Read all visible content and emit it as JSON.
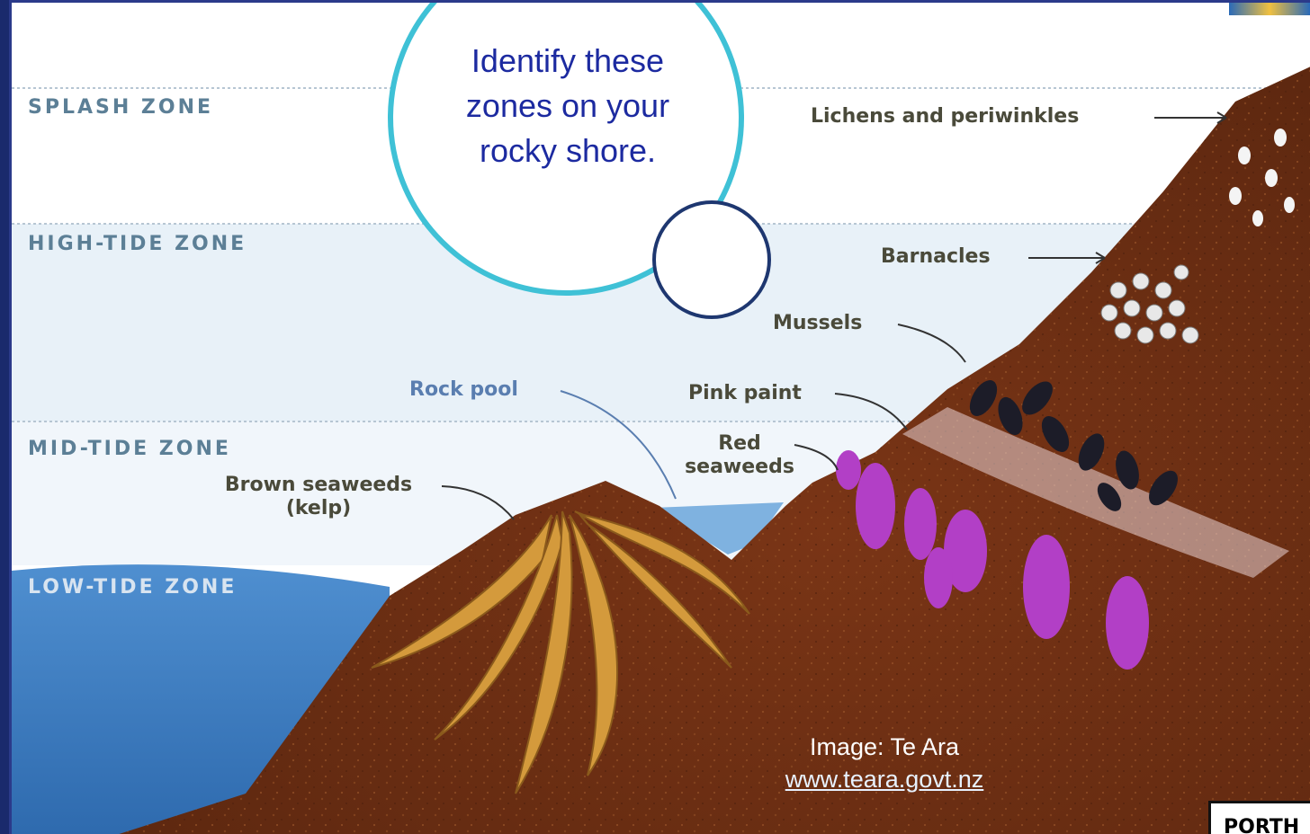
{
  "callout": {
    "text": "Identify these zones on your rocky shore."
  },
  "zones": {
    "splash": "SPLASH ZONE",
    "high": "HIGH-TIDE ZONE",
    "mid": "MID-TIDE ZONE",
    "low": "LOW-TIDE ZONE"
  },
  "organisms": {
    "lichens": "Lichens and periwinkles",
    "barnacles": "Barnacles",
    "mussels": "Mussels",
    "pink_paint": "Pink paint",
    "red_seaweeds": "Red\nseaweeds",
    "rock_pool": "Rock pool",
    "brown_seaweeds": "Brown seaweeds\n(kelp)"
  },
  "credit": {
    "line1": "Image: Te Ara",
    "link": "www.teara.govt.nz"
  },
  "logo": {
    "text": "PORTH"
  },
  "colors": {
    "rock": "#6b2e12",
    "sea": "#3f7fc4",
    "zone_band": "#e6f0f8",
    "callout_border": "#3fc1d6",
    "small_circle_border": "#1e3770",
    "text_blue": "#1c2aa0",
    "red_seaweed": "#b23fc6",
    "barnacle": "#e8e8e8",
    "kelp": "#d49a3c"
  }
}
